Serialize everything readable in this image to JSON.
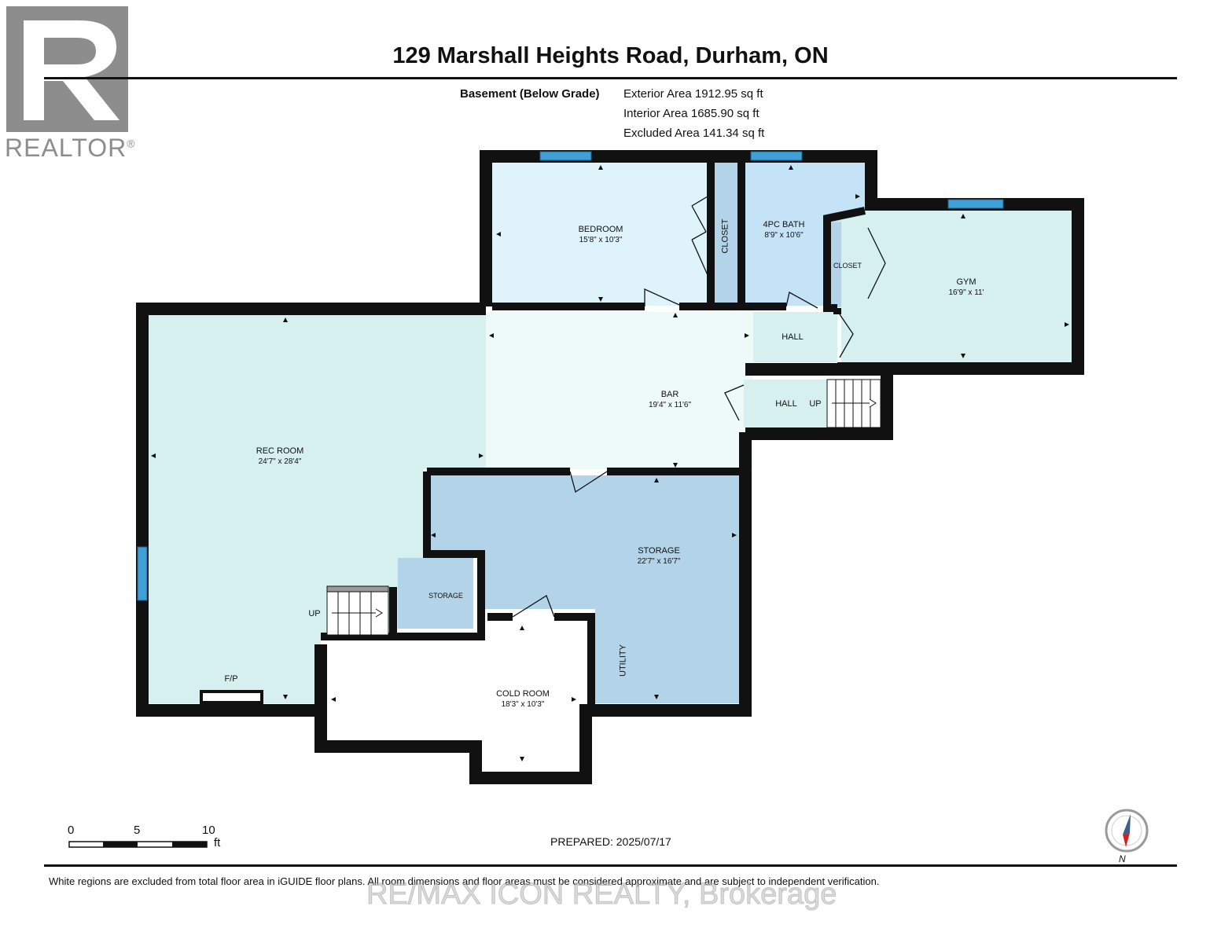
{
  "header": {
    "title": "129 Marshall Heights Road, Durham, ON",
    "level": "Basement (Below Grade)",
    "exterior_area": "Exterior Area 1912.95 sq ft",
    "interior_area": "Interior Area 1685.90 sq ft",
    "excluded_area": "Excluded Area 141.34 sq ft"
  },
  "logo": {
    "text": "REALTOR",
    "mark": "®"
  },
  "rooms": {
    "bedroom": {
      "name": "BEDROOM",
      "dims": "15'8\" x 10'3\""
    },
    "closet1": {
      "name": "CLOSET"
    },
    "bath": {
      "name": "4PC BATH",
      "dims": "8'9\" x 10'6\""
    },
    "closet2": {
      "name": "CLOSET"
    },
    "gym": {
      "name": "GYM",
      "dims": "16'9\" x 11'"
    },
    "hall1": {
      "name": "HALL"
    },
    "bar": {
      "name": "BAR",
      "dims": "19'4\" x 11'6\""
    },
    "hall2": {
      "name": "HALL"
    },
    "up1": "UP",
    "rec": {
      "name": "REC ROOM",
      "dims": "24'7\" x 28'4\""
    },
    "storage": {
      "name": "STORAGE",
      "dims": "22'7\" x 16'7\""
    },
    "storage_small": {
      "name": "STORAGE"
    },
    "up2": "UP",
    "fp": "F/P",
    "utility": "UTILITY",
    "cold": {
      "name": "COLD ROOM",
      "dims": "18'3\" x 10'3\""
    }
  },
  "scale": {
    "ticks": [
      "0",
      "5",
      "10"
    ],
    "unit": "ft"
  },
  "compass": {
    "label": "N"
  },
  "footer": {
    "prepared": "PREPARED: 2025/07/17",
    "disclaimer": "White regions are excluded from total floor area in iGUIDE floor plans. All room dimensions and floor areas must be considered approximate and are subject to independent verification.",
    "watermark": "RE/MAX ICON REALTY, Brokerage"
  },
  "colors": {
    "wall": "#111111",
    "light_blue": "#dff3fb",
    "teal": "#d6efef",
    "mid_blue": "#b3d4e8",
    "bath_blue": "#c4e3f7",
    "window": "#3f9fd6"
  }
}
